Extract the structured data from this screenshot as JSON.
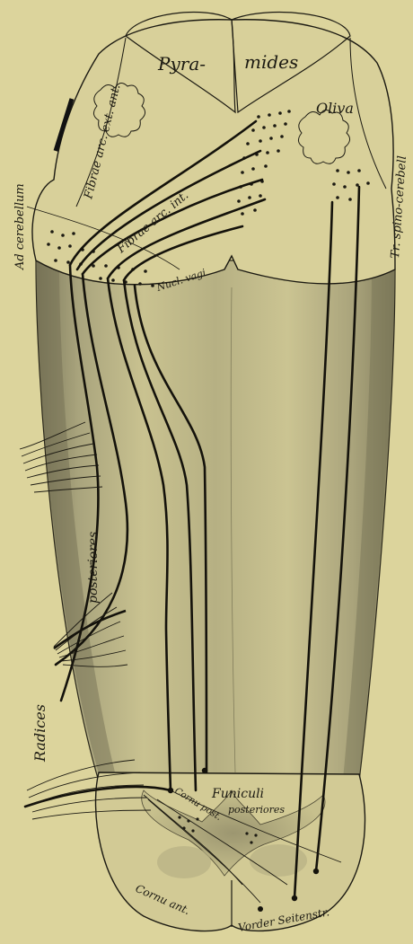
{
  "labels": {
    "pyramides_left": "Pyra-",
    "pyramides_right": "mides",
    "oliva": "Oliva",
    "fibrae_arc_ext": "Fibrae arc. ext. ant.",
    "fibrae_arc_int": "Fibrae arc. int.",
    "ad_cerebellum": "Ad cerebellum",
    "tr_spino_cerebell": "Tr. spino-cerebell",
    "nucl_vagi": "Nucl. vagi",
    "posteriores": "posteriores",
    "radices": "Radices",
    "funiculi": "Funiculi",
    "funiculi_posteriores": "posteriores",
    "cornu_post": "Cornu post.",
    "cornu_ant": "Cornu ant.",
    "vorder_seitenstr": "Vorder Seitenstr."
  },
  "colors": {
    "paper": "#dcd49c",
    "ink": "#1c1a12",
    "shade": "#8f8a66"
  }
}
